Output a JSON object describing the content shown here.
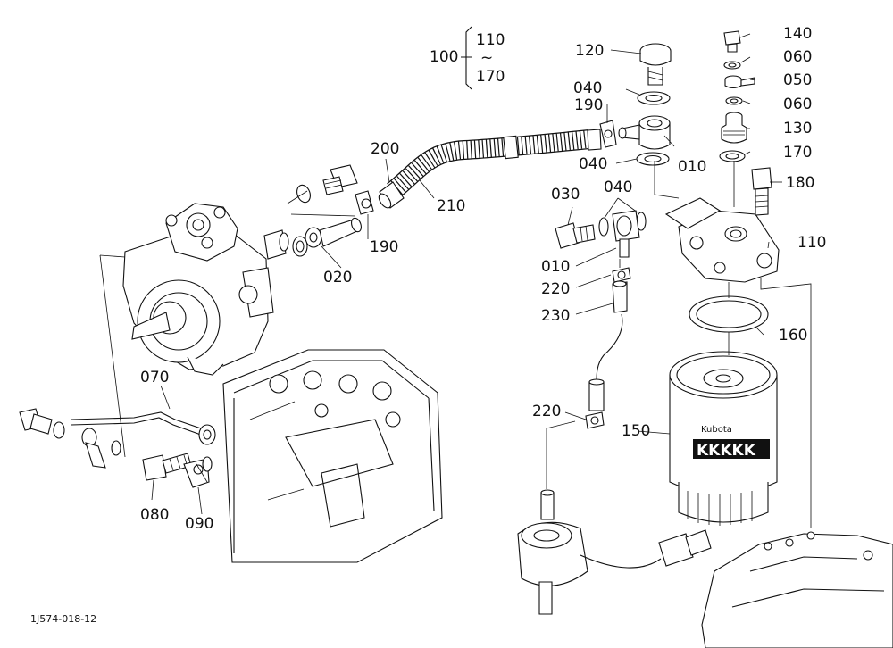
{
  "drawing_number": "1J574-018-12",
  "range_callout": {
    "main": "100",
    "from": "110",
    "tilde": "~",
    "to": "170"
  },
  "labels": {
    "p120": "120",
    "p140": "140",
    "p060a": "060",
    "p050": "050",
    "p060b": "060",
    "p040a": "040",
    "p190a": "190",
    "p130": "130",
    "p170": "170",
    "p040b": "040",
    "p010a": "010",
    "p200": "200",
    "p210": "210",
    "p180": "180",
    "p030": "030",
    "p040c": "040",
    "p110": "110",
    "p190b": "190",
    "p020": "020",
    "p010b": "010",
    "p220a": "220",
    "p230": "230",
    "p160": "160",
    "p070": "070",
    "p220b": "220",
    "p150": "150",
    "p080": "080",
    "p090": "090"
  },
  "filter_brand": "Kubota",
  "filter_mark": "KKKKK"
}
